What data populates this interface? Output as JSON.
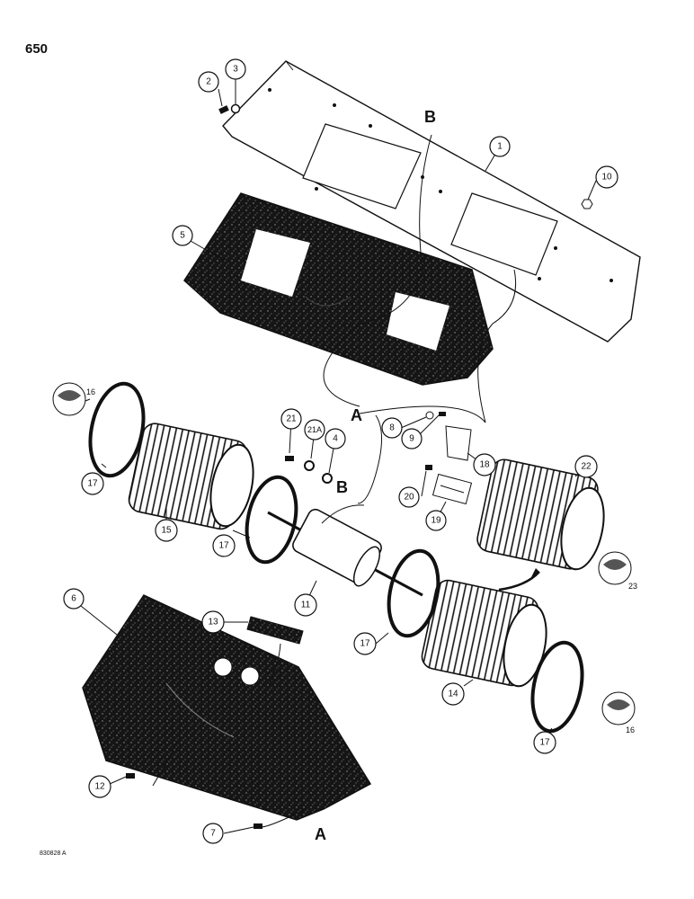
{
  "page": {
    "number": "650",
    "figure_code": "830828 A"
  },
  "reference_letters": {
    "A": "A",
    "B": "B"
  },
  "callouts": {
    "c1": "1",
    "c2": "2",
    "c3": "3",
    "c4": "4",
    "c5": "5",
    "c6": "6",
    "c7": "7",
    "c8": "8",
    "c9": "9",
    "c10": "10",
    "c11": "11",
    "c12": "12",
    "c13": "13",
    "c14": "14",
    "c15": "15",
    "c16a": "16",
    "c16b": "16",
    "c17a": "17",
    "c17b": "17",
    "c17c": "17",
    "c17d": "17",
    "c18": "18",
    "c19": "19",
    "c20": "20",
    "c21": "21",
    "c21a": "21A",
    "c22": "22",
    "c23": "23"
  }
}
